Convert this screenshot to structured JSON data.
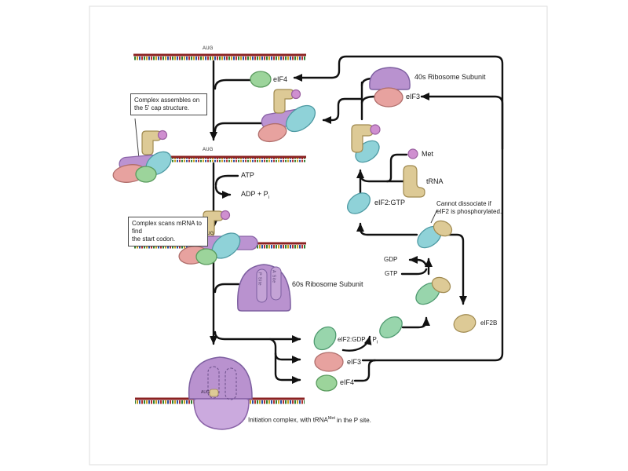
{
  "palette": {
    "ribosome_purple": "#b992cf",
    "ribosome_light": "#cbaade",
    "eif3_pink": "#e7a29f",
    "eif2_teal": "#8fd2d8",
    "eif2_gdp_green": "#98d5ac",
    "eif4_green": "#9cd49b",
    "trna_tan": "#ddca96",
    "met_magenta": "#cf8fd0",
    "mrna_dark_red": "#8b2222",
    "arrow_black": "#111111"
  },
  "labels": {
    "aug": "AUG",
    "eif4": "eIF4",
    "eif3": "eIF3",
    "ribosome_40s": "40s Ribosome Subunit",
    "ribosome_60s": "60s Ribosome Subunit",
    "met": "Met",
    "trna": "tRNA",
    "eif2_gtp": "eIF2:GTP",
    "gdp": "GDP",
    "gtp": "GTP",
    "eif2b": "eIF2B",
    "eif2_gdp_base": "eIF2:GDP + P",
    "adp_base": "ADP + P",
    "p_sub": "i",
    "atp": "ATP",
    "p_site": "P Site",
    "a_site": "A Site",
    "notes": {
      "assemble": [
        "Complex assembles on",
        "the 5' cap structure."
      ],
      "scan": [
        "Complex scans mRNA to find",
        "the start codon."
      ],
      "phospho": [
        "Cannot dissociate if",
        "eIF2 is phosphorylated."
      ]
    },
    "init_complex": {
      "pre": "Initiation complex, with tRNA",
      "sup": "Met",
      "post": "in the P site."
    }
  }
}
